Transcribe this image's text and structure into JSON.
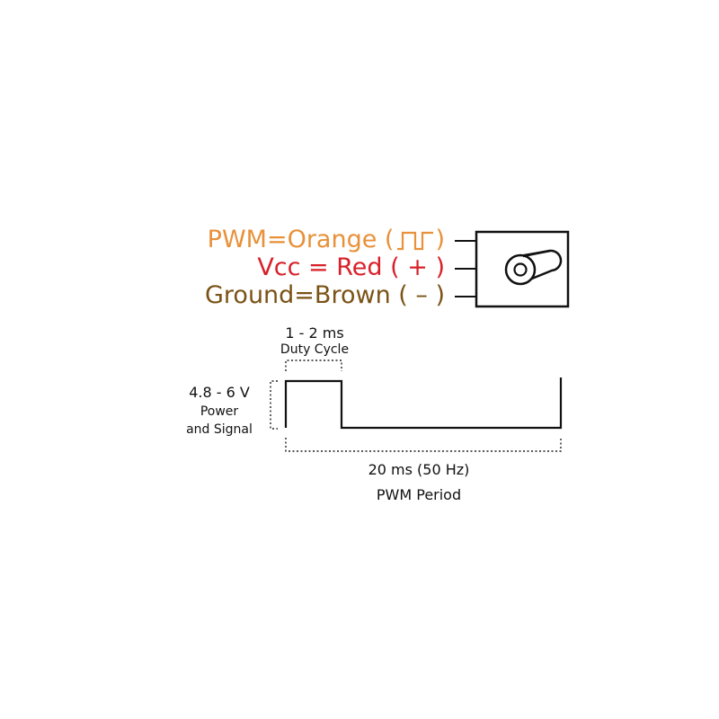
{
  "colors": {
    "pwm": "#e8913a",
    "vcc": "#d8202a",
    "ground": "#7a5316",
    "line": "#111111",
    "bracket": "#222222"
  },
  "wires": {
    "pwm": {
      "text": "PWM=Orange (",
      "symbol": "pwm-waveform-icon",
      "close": ")"
    },
    "vcc": {
      "text": "Vcc = Red ( + )"
    },
    "ground": {
      "text": "Ground=Brown ( – )"
    }
  },
  "servo": {
    "icon": "servo-motor-icon",
    "horn_icon": "servo-horn-icon"
  },
  "waveform": {
    "duty_cycle_value": "1 - 2 ms",
    "duty_cycle_label": "Duty Cycle",
    "voltage_value": "4.8 - 6  V",
    "voltage_label_1": "Power",
    "voltage_label_2": "and Signal",
    "period_value": "20 ms (50 Hz)",
    "period_label": "PWM Period"
  }
}
